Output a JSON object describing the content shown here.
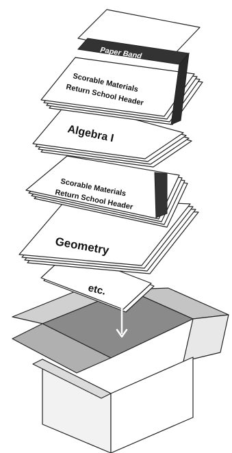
{
  "labels": {
    "paper_band": "Paper Band",
    "header_line1_top": "Scorable Materials",
    "header_line2_top": "Return School Header",
    "subject_top": "Algebra I",
    "header_line1_bottom": "Scorable Materials",
    "header_line2_bottom": "Return School Header",
    "subject_bottom": "Geometry",
    "etc": "etc."
  },
  "colors": {
    "sheet_fill": "#ffffff",
    "sheet_stroke": "#222222",
    "band": "#333333",
    "box_light": "#e6e6e6",
    "box_mid": "#bdbdbd",
    "box_dark": "#8a8a8a",
    "arrow": "#ffffff"
  },
  "icons": {
    "arrow": "down-arrow-icon",
    "box": "open-box-icon"
  }
}
